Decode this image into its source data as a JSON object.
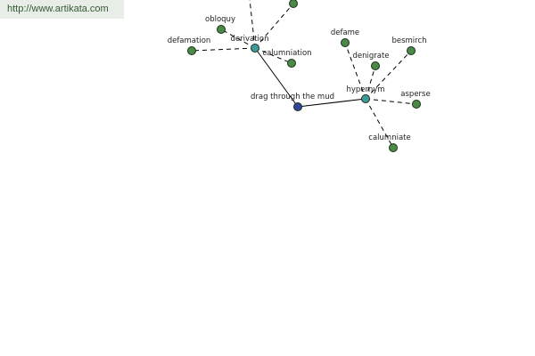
{
  "banner": {
    "url": "http://www.artikata.com"
  },
  "graph": {
    "colors": {
      "center": "#35449a",
      "hub": "#3f9a9a",
      "leaf": "#4a8a46",
      "stroke": "#1d2d1d",
      "edge": "#000000"
    },
    "nodes": [
      {
        "id": "center",
        "label": "drag through the mud",
        "kind": "center"
      },
      {
        "id": "derivation",
        "label": "derivation",
        "kind": "hub"
      },
      {
        "id": "hypernym",
        "label": "hypernym",
        "kind": "hub"
      },
      {
        "id": "obloquy",
        "label": "obloquy",
        "kind": "leaf"
      },
      {
        "id": "defamation",
        "label": "defamation",
        "kind": "leaf"
      },
      {
        "id": "calumniation",
        "label": "calumniation",
        "kind": "leaf"
      },
      {
        "id": "top-right",
        "label": "",
        "kind": "leaf"
      },
      {
        "id": "defame",
        "label": "defame",
        "kind": "leaf"
      },
      {
        "id": "besmirch",
        "label": "besmirch",
        "kind": "leaf"
      },
      {
        "id": "denigrate",
        "label": "denigrate",
        "kind": "leaf"
      },
      {
        "id": "asperse",
        "label": "asperse",
        "kind": "leaf"
      },
      {
        "id": "calumniate",
        "label": "calumniate",
        "kind": "leaf"
      }
    ],
    "edges": [
      {
        "from": "center",
        "to": "derivation",
        "style": "solid"
      },
      {
        "from": "center",
        "to": "hypernym",
        "style": "solid"
      },
      {
        "from": "derivation",
        "to": "obloquy",
        "style": "dashed"
      },
      {
        "from": "derivation",
        "to": "defamation",
        "style": "dashed"
      },
      {
        "from": "derivation",
        "to": "calumniation",
        "style": "dashed"
      },
      {
        "from": "derivation",
        "to": "top-right",
        "style": "dashed"
      },
      {
        "from": "derivation",
        "to": "offscreen-top",
        "style": "dashed"
      },
      {
        "from": "hypernym",
        "to": "defame",
        "style": "dashed"
      },
      {
        "from": "hypernym",
        "to": "besmirch",
        "style": "dashed"
      },
      {
        "from": "hypernym",
        "to": "denigrate",
        "style": "dashed"
      },
      {
        "from": "hypernym",
        "to": "asperse",
        "style": "dashed"
      },
      {
        "from": "hypernym",
        "to": "calumniate",
        "style": "dashed"
      }
    ]
  }
}
